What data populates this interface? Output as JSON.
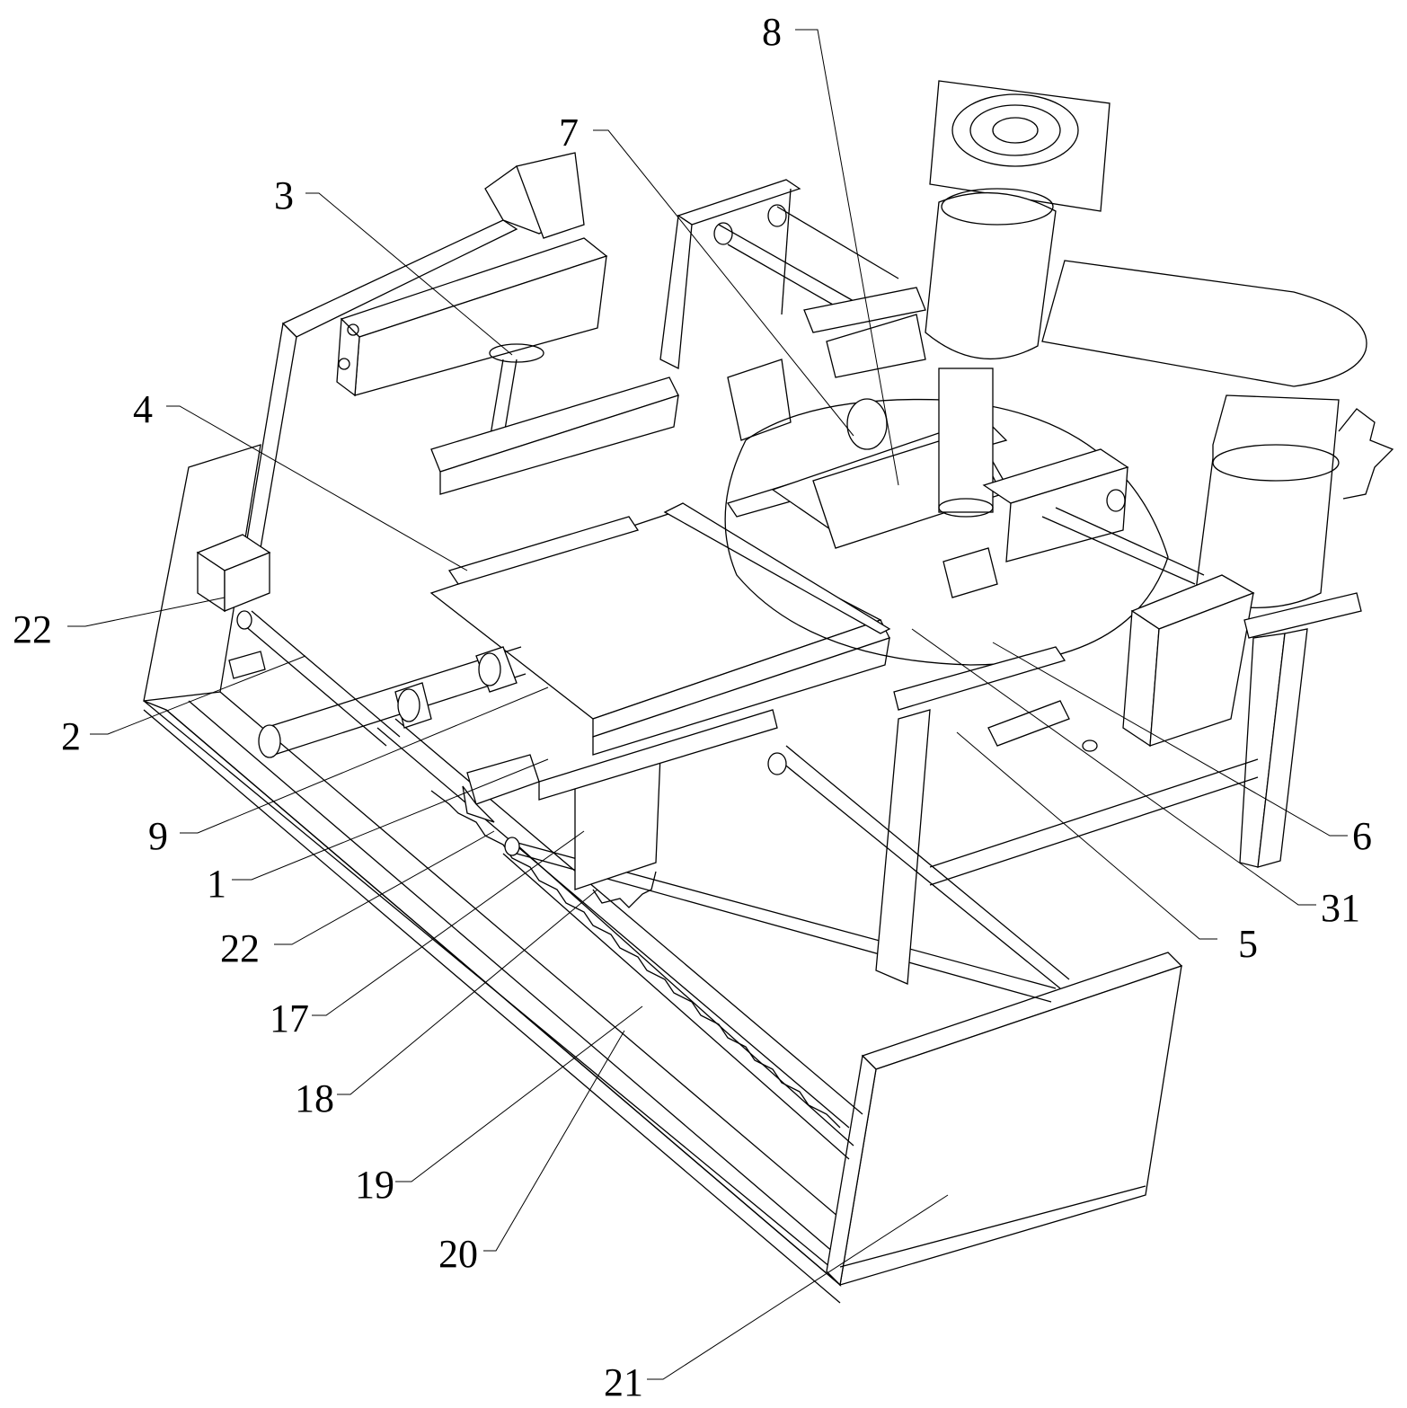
{
  "figure": {
    "type": "patent-drawing",
    "subject": "mechanical apparatus isometric view",
    "line_color": "#000000",
    "background": "#ffffff"
  },
  "labels": [
    {
      "id": "label-8",
      "text": "8"
    },
    {
      "id": "label-7",
      "text": "7"
    },
    {
      "id": "label-3",
      "text": "3"
    },
    {
      "id": "label-4",
      "text": "4"
    },
    {
      "id": "label-22a",
      "text": "22"
    },
    {
      "id": "label-2",
      "text": "2"
    },
    {
      "id": "label-9",
      "text": "9"
    },
    {
      "id": "label-1",
      "text": "1"
    },
    {
      "id": "label-22b",
      "text": "22"
    },
    {
      "id": "label-17",
      "text": "17"
    },
    {
      "id": "label-18",
      "text": "18"
    },
    {
      "id": "label-19",
      "text": "19"
    },
    {
      "id": "label-20",
      "text": "20"
    },
    {
      "id": "label-21",
      "text": "21"
    },
    {
      "id": "label-6",
      "text": "6"
    },
    {
      "id": "label-31",
      "text": "31"
    },
    {
      "id": "label-5",
      "text": "5"
    }
  ]
}
